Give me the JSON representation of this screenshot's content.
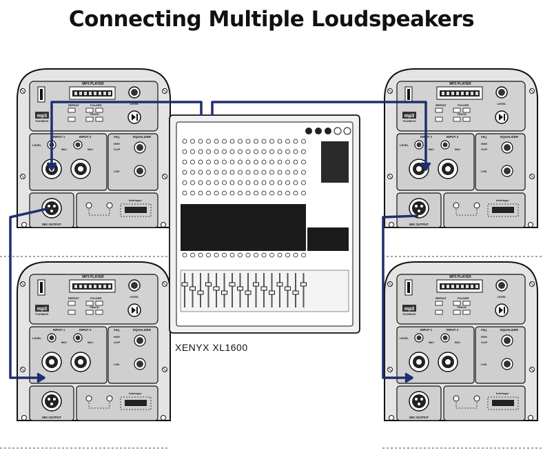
{
  "title": "Connecting Multiple Loudspeakers",
  "mixer": {
    "label": "XENYX  XL1600"
  },
  "speaker": {
    "mp3_player": "MP3 PLAYER",
    "repeat": "REPEAT",
    "folder": "FOLDER",
    "track": "TRACK",
    "input1": "INPUT 1",
    "input2": "INPUT 2",
    "clip": "CLIP",
    "level": "LEVEL",
    "max": "MAX",
    "fbq": "FBQ",
    "equalizer": "EQUALIZER",
    "high": "HIGH",
    "low": "LOW",
    "mix_output": "MIX OUTPUT",
    "mp3_logo": "mp3",
    "playback": "PLAYBACK"
  },
  "colors": {
    "cable": "#1e2f6e",
    "panel": "#cfcfcf",
    "body": "#e4e4e4"
  },
  "icons": [
    "usb-icon",
    "play-pause-icon",
    "screw-icon",
    "xlr-combo-jack-icon",
    "xlr-male-jack-icon"
  ]
}
